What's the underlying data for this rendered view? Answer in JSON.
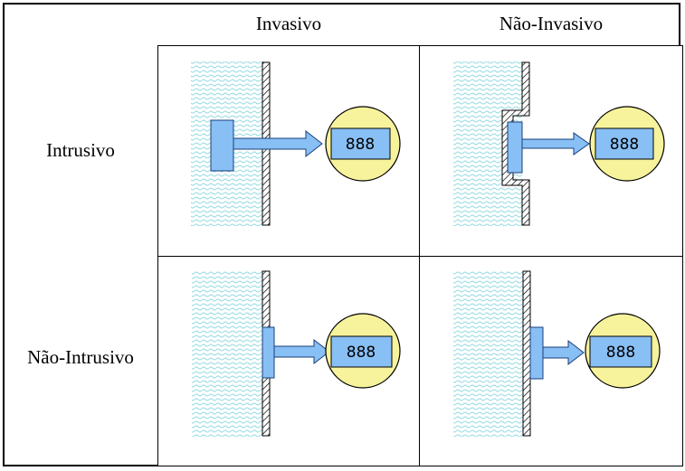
{
  "columns": [
    "Invasivo",
    "Não-Invasivo"
  ],
  "rows": [
    "Intrusivo",
    "Não-Intrusivo"
  ],
  "display_value": "888",
  "colors": {
    "fluid": "#8fd8e0",
    "sensor": "#88bff4",
    "meter_circle": "#f7f39c",
    "wall_hatch": "#000000"
  },
  "icons": {
    "wall": "hatched-pipe-wall",
    "meter": "digital-display-meter"
  }
}
